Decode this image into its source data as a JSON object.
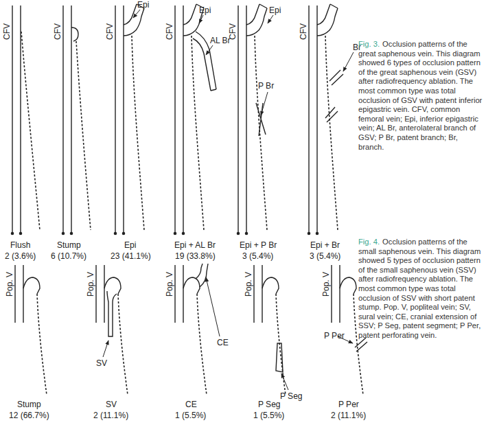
{
  "diagram": {
    "labels": [
      "CFV",
      "CFV",
      "CFV",
      "CFV",
      "CFV",
      "CFV",
      "Epi",
      "Epi",
      "AL Br",
      "Epi",
      "P Br",
      "Br",
      "Flush",
      "2 (3.6%)",
      "Stump",
      "6 (10.7%)",
      "Epi",
      "23 (41.1%)",
      "Epi + AL Br",
      "19 (33.8%)",
      "Epi + P Br",
      "3 (5.4%)",
      "Epi + Br",
      "3 (5.4%)",
      "Fig. 3.",
      "Occlusion patterns of the great saphenous vein. This diagram showed 6 types of occlusion pattern of the great saphenous vein (GSV) after radiofrequency ablation. The most common type was total occlusion of GSV with patent inferior epigastric vein. CFV, common femoral vein; Epi, inferior epigastric vein; AL Br, anterolateral branch of GSV; P Br, patent branch; Br, branch.",
      "Pop. V",
      "Pop. V",
      "Pop. V",
      "Pop. V",
      "Pop. V",
      "SV",
      "CE",
      "P Seg",
      "P Per",
      "Stump",
      "12 (66.7%)",
      "SV",
      "2 (11.1%)",
      "CE",
      "1 (5.5%)",
      "P Seg",
      "1 (5.5%)",
      "P Per",
      "2 (11.1%)",
      "Fig. 4.",
      "Occlusion patterns of the small saphenous vein. This diagram showed 5 types of occlusion pattern of the small saphenous vein (SSV) after radiofrequency ablation. The most common type was total occlusion of SSV with short patent stump. Pop. V, popliteal vein; SV, sural vein; CE, cranial extension of SSV; P Seg, patent segment; P Per, patent perforating vein."
    ]
  }
}
